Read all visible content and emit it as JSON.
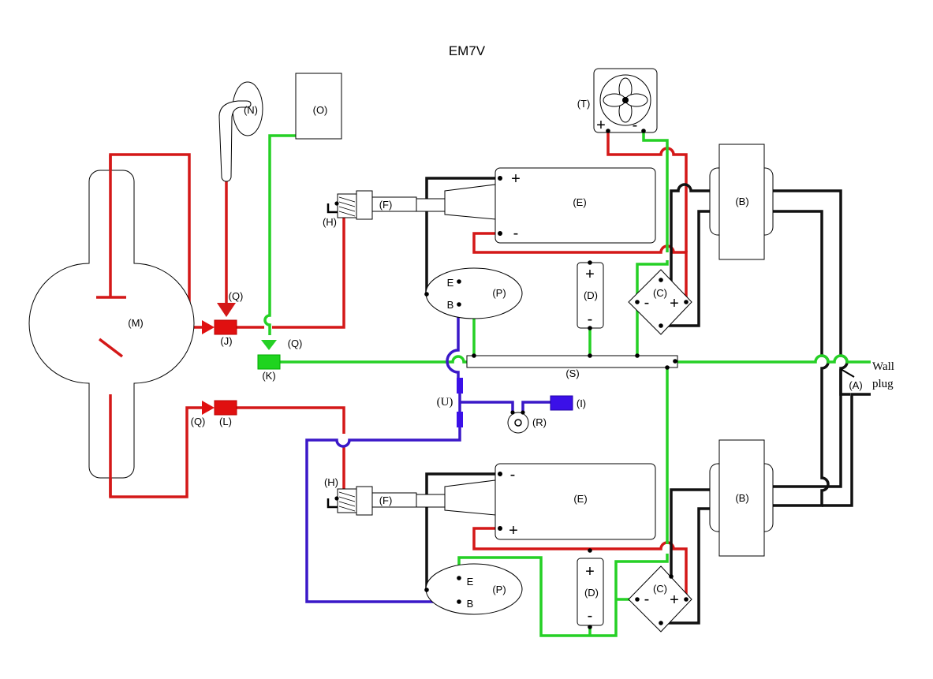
{
  "title": "EM7V",
  "labels": {
    "A": "(A)",
    "B": "(B)",
    "C": "(C)",
    "D": "(D)",
    "E": "(E)",
    "F": "(F)",
    "H": "(H)",
    "I": "(I)",
    "J": "(J)",
    "K": "(K)",
    "L": "(L)",
    "M": "(M)",
    "N": "(N)",
    "O": "(O)",
    "P": "(P)",
    "Q": "(Q)",
    "R": "(R)",
    "S": "(S)",
    "T": "(T)",
    "U": "(U)"
  },
  "wall_plug": {
    "line1": "Wall",
    "line2": "plug"
  },
  "terminals": {
    "emitter": "E",
    "base": "B",
    "plus": "+",
    "minus": "-"
  },
  "colors": {
    "red_wire": "#d41818",
    "black_wire": "#111111",
    "green_wire": "#25d025",
    "blue_wire": "#3a18c8",
    "connector_red": "#e01010",
    "connector_green": "#1fd41f",
    "connector_blue": "#3b10e8"
  }
}
